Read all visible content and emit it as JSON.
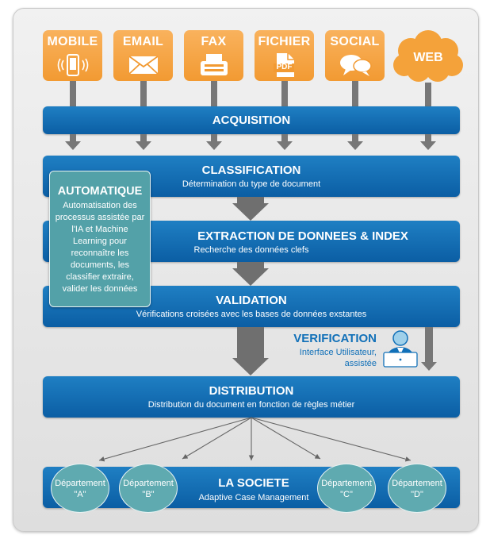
{
  "sources": [
    {
      "label": "MOBILE",
      "icon": "mobile-phone-icon"
    },
    {
      "label": "EMAIL",
      "icon": "envelope-icon"
    },
    {
      "label": "FAX",
      "icon": "fax-icon"
    },
    {
      "label": "FICHIER",
      "icon": "pdf-file-icon",
      "icon_text": "PDF"
    },
    {
      "label": "SOCIAL",
      "icon": "chat-bubbles-icon"
    },
    {
      "label": "WEB",
      "icon": "cloud-icon"
    }
  ],
  "stages": {
    "acquisition": {
      "title": "ACQUISITION"
    },
    "classification": {
      "title": "CLASSIFICATION",
      "subtitle": "Détermination du type de document"
    },
    "extraction": {
      "title": "EXTRACTION DE DONNEES & INDEX",
      "subtitle": "Recherche des données clefs"
    },
    "validation": {
      "title": "VALIDATION",
      "subtitle": "Vérifications croisées avec les bases de données exstantes"
    },
    "distribution": {
      "title": "DISTRIBUTION",
      "subtitle": "Distribution du document en fonction de règles métier"
    }
  },
  "automatique": {
    "title": "AUTOMATIQUE",
    "description": "Automatisation des processus assistée par l'IA et Machine Learning pour reconnaître les documents, les classifier extraire, valider les données"
  },
  "verification": {
    "title": "VERIFICATION",
    "description": "Interface Utilisateur, assistée",
    "icon": "user-at-laptop-icon"
  },
  "societe": {
    "title": "LA SOCIETE",
    "subtitle": "Adaptive Case Management",
    "departments": [
      {
        "line1": "Département",
        "line2": "\"A\""
      },
      {
        "line1": "Département",
        "line2": "\"B\""
      },
      {
        "line1": "Département",
        "line2": "\"C\""
      },
      {
        "line1": "Département",
        "line2": "\"D\""
      }
    ]
  },
  "colors": {
    "source_orange": "#f4a23a",
    "stage_blue": "#0f67ac",
    "automatique_teal": "#53a1a8",
    "verification_text": "#1170b8",
    "arrow_gray": "#777777"
  }
}
